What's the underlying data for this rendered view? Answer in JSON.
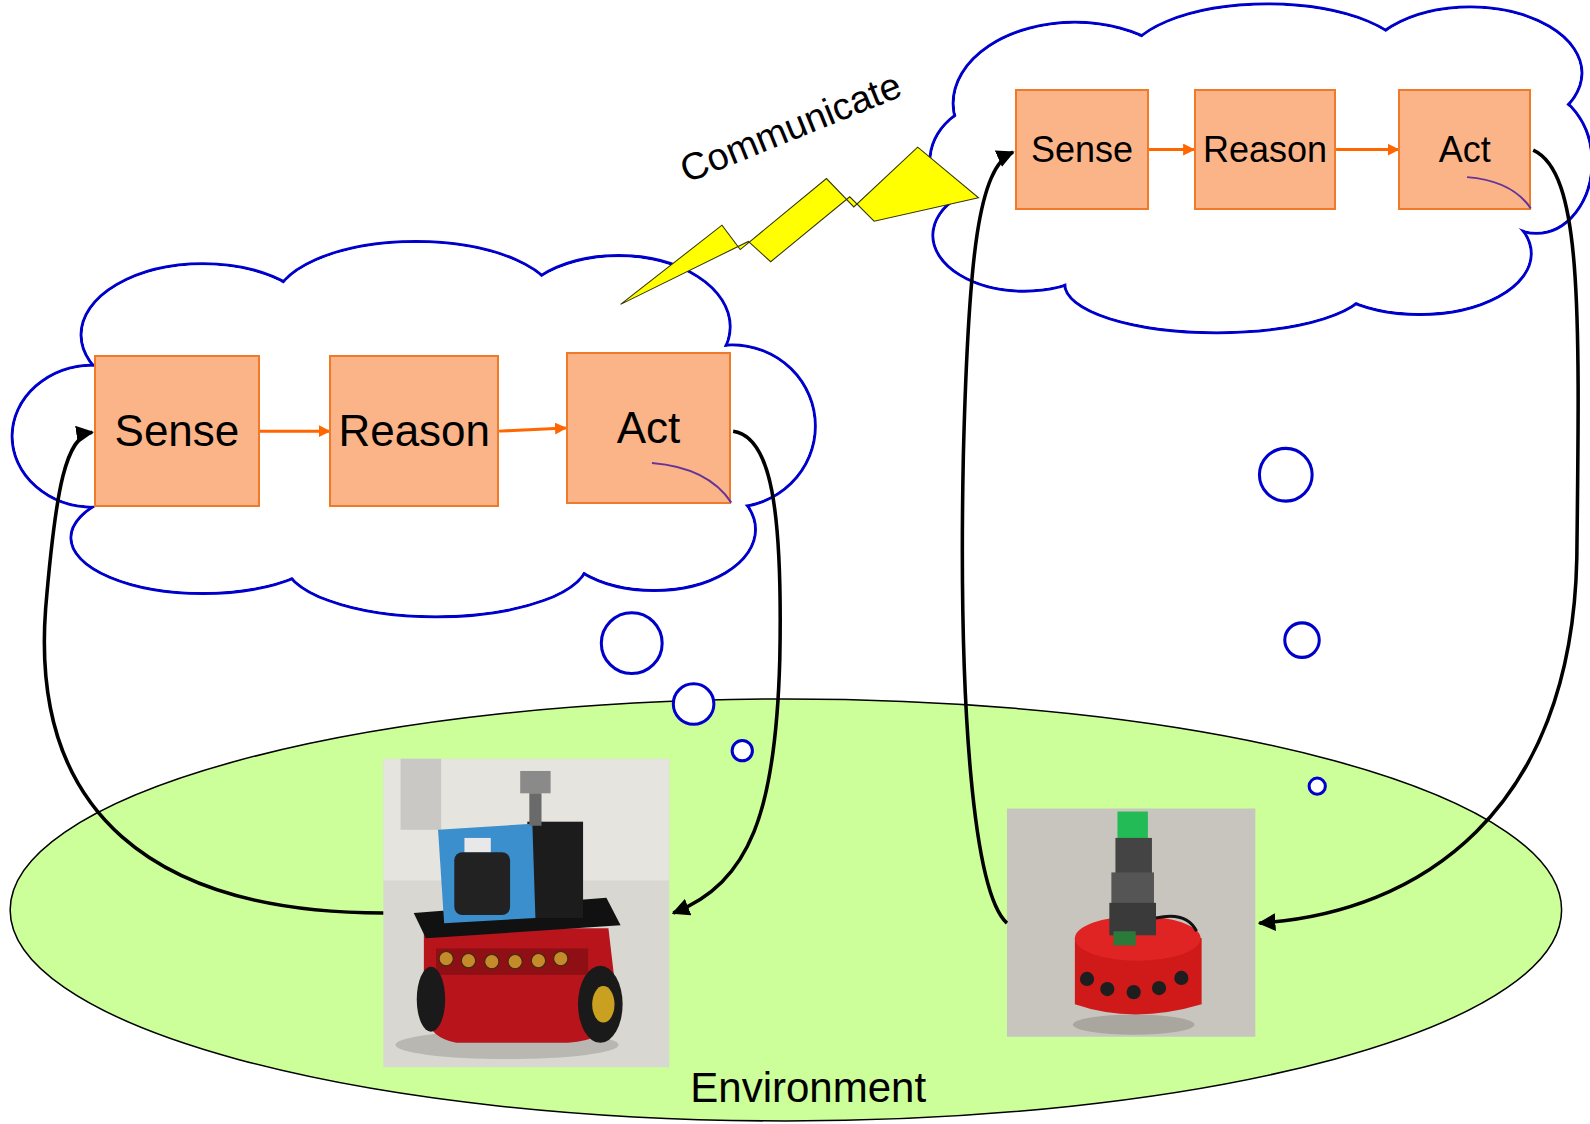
{
  "diagram": {
    "nodes": [
      {
        "text": [
          "Sense"
        ]
      },
      {
        "text": [
          "Reason"
        ]
      },
      {
        "text": [
          "Act"
        ]
      },
      {
        "text": [
          "Sense"
        ]
      },
      {
        "text": [
          "Reason"
        ]
      },
      {
        "text": [
          "Act"
        ]
      }
    ],
    "edges": [
      {
        "from": 0,
        "to": 1,
        "arrow": "to"
      },
      {
        "from": 1,
        "to": 2,
        "arrow": "to"
      },
      {
        "from": 3,
        "to": 4,
        "arrow": "to"
      },
      {
        "from": 4,
        "to": 5,
        "arrow": "to"
      }
    ],
    "labels": [
      "Communicate",
      "Environment"
    ]
  }
}
